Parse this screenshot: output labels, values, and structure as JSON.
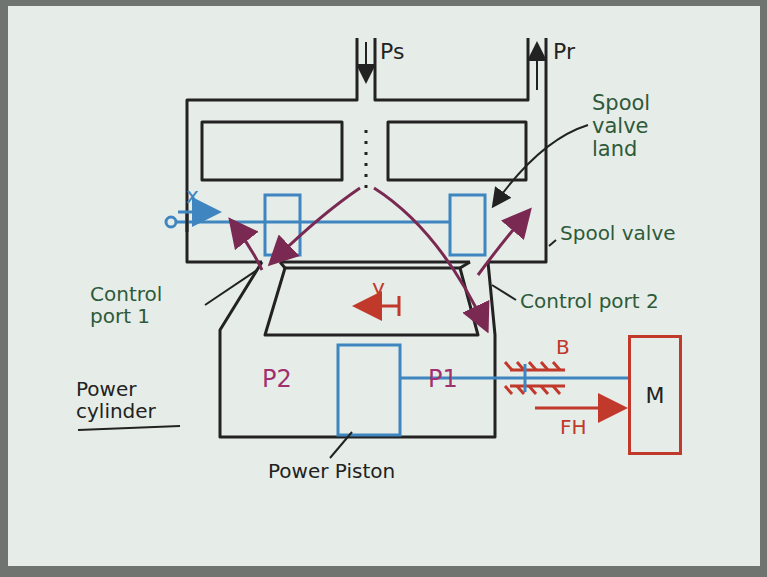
{
  "diagram": {
    "nodes": [
      {
        "text": [
          "M"
        ]
      }
    ],
    "labels": [
      "Ps",
      "Pr",
      "Spool valve land",
      "Spool valve",
      "x",
      "Control port 1",
      "Control port 2",
      "y",
      "P2",
      "P1",
      "B",
      "FH",
      "Power cylinder",
      "Power Piston"
    ]
  }
}
